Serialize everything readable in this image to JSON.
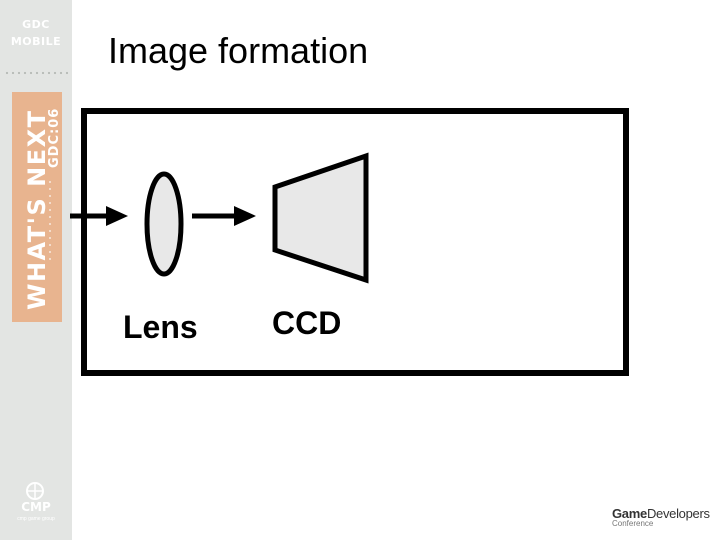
{
  "sidebar": {
    "brand_line1": "GDC",
    "brand_line2": "MOBILE",
    "banner_text": "WHAT'S NEXT",
    "banner_subtext": "GDC:06",
    "publisher": "CMP",
    "publisher_sub": "cmp game group"
  },
  "slide": {
    "title": "Image formation"
  },
  "diagram": {
    "lens_label": "Lens",
    "ccd_label": "CCD"
  },
  "footer": {
    "logo_part1": "Game",
    "logo_part2": "Developers",
    "logo_line2": "Conference"
  },
  "colors": {
    "sidebar_bg": "#e3e5e3",
    "banner_bg": "#e8b48f",
    "shape_fill": "#e8e8e8",
    "stroke": "#000000"
  }
}
